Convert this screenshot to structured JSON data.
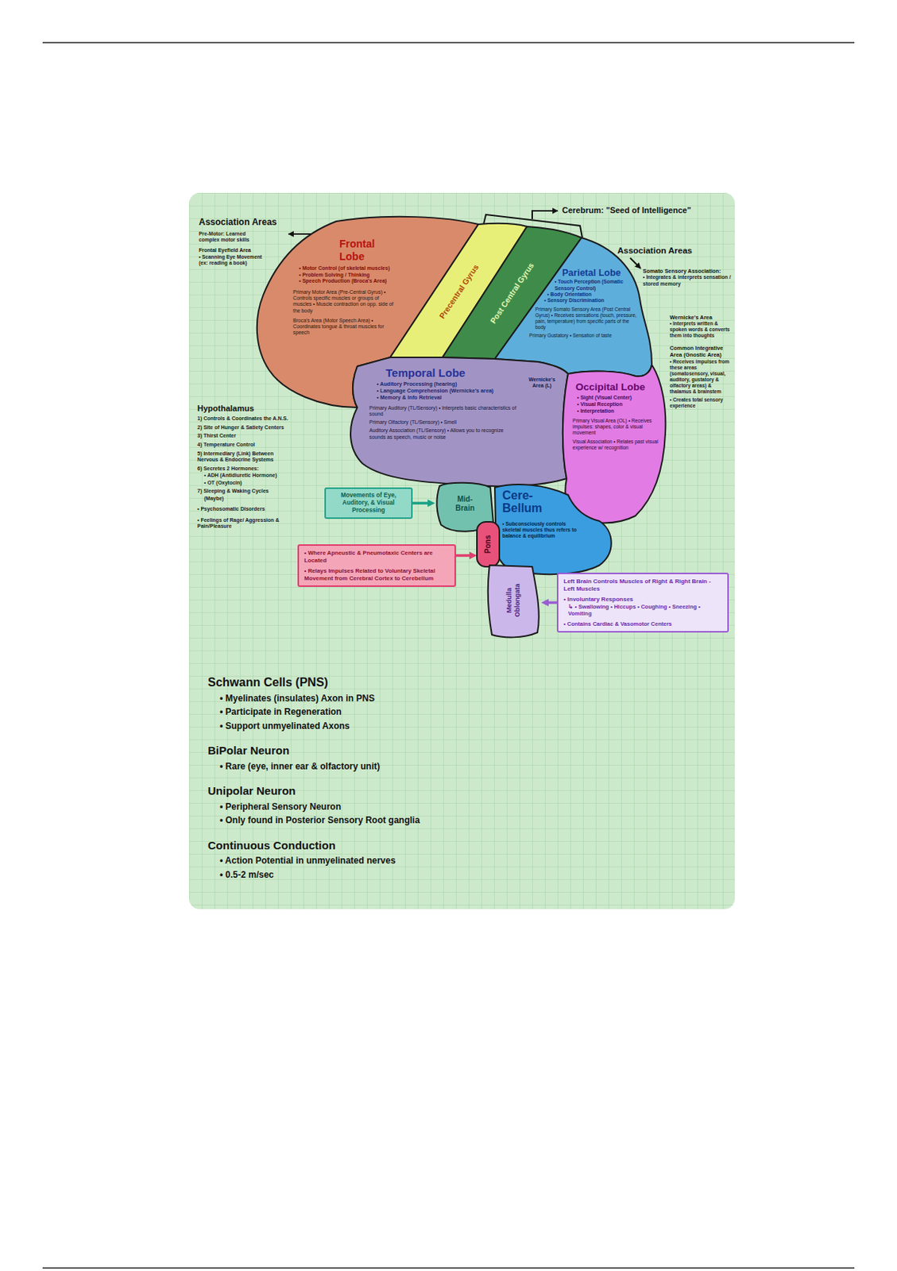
{
  "diagram": {
    "nodes": [
      {
        "text": [
          "Frontal Lobe",
          "• Motor Control (of skeletal muscles)",
          "• Problem Solving / Thinking",
          "• Speech Production (Broca's Area)",
          "Primary Motor Area (Pre-Central Gyrus) • Controls specific muscles or groups of muscles • Muscle contraction on opp. side of the body",
          "Broca's Area (Motor Speech Area) • Coordinates tongue & throat muscles for speech"
        ]
      },
      {
        "text": [
          "Precentral Gyrus"
        ]
      },
      {
        "text": [
          "Post Central Gyrus"
        ]
      },
      {
        "text": [
          "Parietal Lobe",
          "• Touch Perception (Somatic Sensory Control)",
          "• Body Orientation",
          "• Sensory Discrimination",
          "Primary Somato Sensory Area (Post Central Gyrus) • Receives sensations (touch, pressure, pain, temperature) from specific parts of the body",
          "Primary Gustatory • Sensation of taste"
        ]
      },
      {
        "text": [
          "Temporal Lobe",
          "• Auditory Processing (hearing)",
          "• Language Comprehension (Wernicke's area)",
          "• Memory & Info Retrieval",
          "Wernicke's Area (L)",
          "Primary Auditory (TL/Sensory) • Interprets basic characteristics of sound",
          "Primary Olfactory (TL/Sensory) • Smell",
          "Auditory Association (TL/Sensory) • Allows you to recognize sounds as speech, music or noise"
        ]
      },
      {
        "text": [
          "Occipital Lobe",
          "• Sight (Visual Center)",
          "• Visual Reception",
          "• Interpretation",
          "Primary Visual Area (OL) • Receives impulses: shapes, color & visual movement",
          "Visual Association • Relates past visual experience w/ recognition"
        ]
      },
      {
        "text": [
          "Mid- Brain"
        ]
      },
      {
        "text": [
          "Cere- Bellum",
          "• Subconsciously controls skeletal muscles thus refers to balance & equilibrium"
        ]
      },
      {
        "text": [
          "Pons"
        ]
      },
      {
        "text": [
          "Medulla Oblongata"
        ]
      },
      {
        "text": [
          "Movements of Eye, Auditory, & Visual Processing"
        ]
      },
      {
        "text": [
          "• Where Apneustic & Pneumotaxic Centers are Located",
          "• Relays Impulses Related to Voluntary Skeletal Movement from Cerebral Cortex to Cerebellum"
        ]
      },
      {
        "text": [
          "Left Brain Controls Muscles of Right & Right Brain - Left Muscles",
          "• Involuntary Responses",
          "↳ • Swallowing • Hiccups • Coughing • Sneezing • Vomiting",
          "• Contains Cardiac & Vasomotor Centers"
        ]
      }
    ],
    "edges": [
      {
        "from": 10,
        "to": 6,
        "arrow": "to"
      },
      {
        "from": 11,
        "to": 8,
        "arrow": "to"
      },
      {
        "from": 12,
        "to": 9,
        "arrow": "to"
      }
    ],
    "labels": [
      "Association Areas",
      "Pre-Motor: Learned complex motor skills",
      "Frontal Eyefield Area",
      "• Scanning Eye Movement (ex: reading a book)",
      "Cerebrum: \"Seed of Intelligence\"",
      "Association Areas",
      "Somato Sensory Association:",
      "• Integrates & interprets sensation / stored memory",
      "Wernicke's Area",
      "• Interprets written & spoken words & converts them into thoughts",
      "Common Integrative Area (Gnostic Area)",
      "• Receives impulses from these areas (somatosensory, visual, auditory, gustatory & olfactory areas) & thalamus & brainstem",
      "• Creates total sensory experience",
      "Hypothalamus",
      "1) Controls & Coordinates the A.N.S.",
      "2) Site of Hunger & Satiety Centers",
      "3) Thirst Center",
      "4) Temperature Control",
      "5) Intermediary (Link) Between Nervous & Endocrine Systems",
      "6) Secretes 2 Hormones:",
      "• ADH (Antidiuretic Hormone)",
      "• OT (Oxytocin)",
      "7) Sleeping & Waking Cycles",
      "(Maybe)",
      "• Psychosomatic Disorders",
      "• Feelings of Rage/ Aggression & Pain/Pleasure",
      "Schwann Cells (PNS)",
      "• Myelinates (insulates) Axon in PNS",
      "• Participate in Regeneration",
      "• Support unmyelinated Axons",
      "BiPolar Neuron",
      "• Rare (eye, inner ear & olfactory unit)",
      "Unipolar Neuron",
      "• Peripheral Sensory Neuron",
      "• Only found in Posterior Sensory Root ganglia",
      "Continuous Conduction",
      "• Action Potential in unmyelinated nerves",
      "• 0.5-2 m/sec"
    ]
  }
}
